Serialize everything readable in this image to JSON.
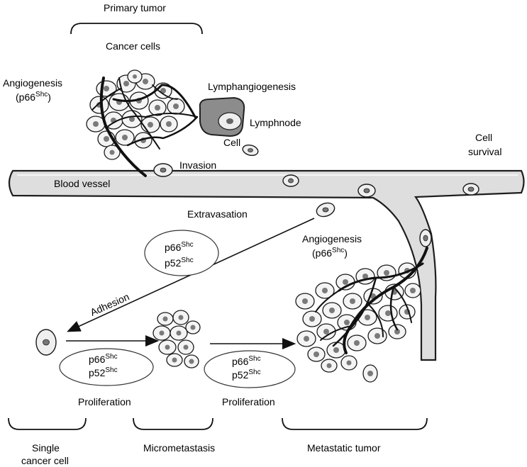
{
  "labels": {
    "primary_tumor": "Primary tumor",
    "cancer_cells": "Cancer cells",
    "angiogenesis_1_line1": "Angiogenesis",
    "angiogenesis_1_line2_pre": "(p66",
    "angiogenesis_1_sup": "Shc",
    "angiogenesis_1_line2_post": ")",
    "lymphangiogenesis": "Lymphangiogenesis",
    "lymphnode": "Lymphnode",
    "cell": "Cell",
    "invasion": "Invasion",
    "blood_vessel": "Blood vessel",
    "cell_survival_line1": "Cell",
    "cell_survival_line2": "survival",
    "extravasation": "Extravasation",
    "angiogenesis_2_line1": "Angiogenesis",
    "angiogenesis_2_line2_pre": "(p66",
    "angiogenesis_2_sup": "Shc",
    "angiogenesis_2_line2_post": ")",
    "adhesion": "Adhesion",
    "proliferation_1": "Proliferation",
    "proliferation_2": "Proliferation",
    "single_line1": "Single",
    "single_line2": "cancer cell",
    "micrometastasis": "Micrometastasis",
    "metastatic_tumor": "Metastatic tumor"
  },
  "protein_labels": {
    "p66": "p66",
    "p52": "p52",
    "sup": "Shc"
  }
}
